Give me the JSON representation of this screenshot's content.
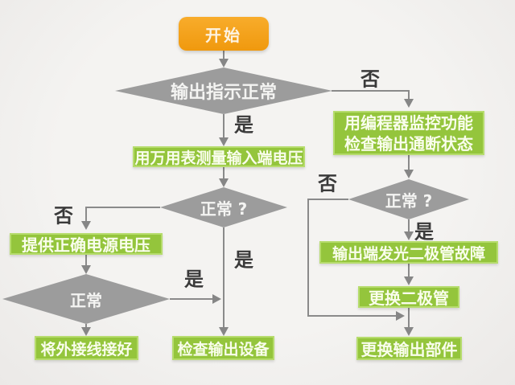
{
  "flowchart": {
    "nodes": {
      "start": "开始",
      "decide_output_indicator": "输出指示正常",
      "measure_input_voltage": "用万用表测量输入端电压",
      "decide_input_normal": "正常 ?",
      "provide_correct_voltage": "提供正确电源电压",
      "decide_voltage_normal": "正常",
      "connect_external_wiring": "将外接线接好",
      "check_output_device": "检查输出设备",
      "monitor_output_state": "用编程器监控功能\n检查输出通断状态",
      "decide_output_normal": "正常 ?",
      "output_led_fault": "输出端发光二极管故障",
      "replace_diode": "更换二极管",
      "replace_output_part": "更换输出部件"
    },
    "edge_labels": {
      "no_top": "否",
      "yes_top": "是",
      "no_left": "否",
      "yes_mid": "是",
      "yes_left": "是",
      "no_right": "否",
      "yes_right": "是"
    }
  },
  "colors": {
    "process_green": "#94c53c",
    "process_border": "#b6dc6d",
    "diamond_gray": "#9c9c9c",
    "start_orange": "#f3a01c",
    "line_gray": "#8a8a8a",
    "label_text": "#3a3a3a",
    "background": "#f0efed"
  }
}
